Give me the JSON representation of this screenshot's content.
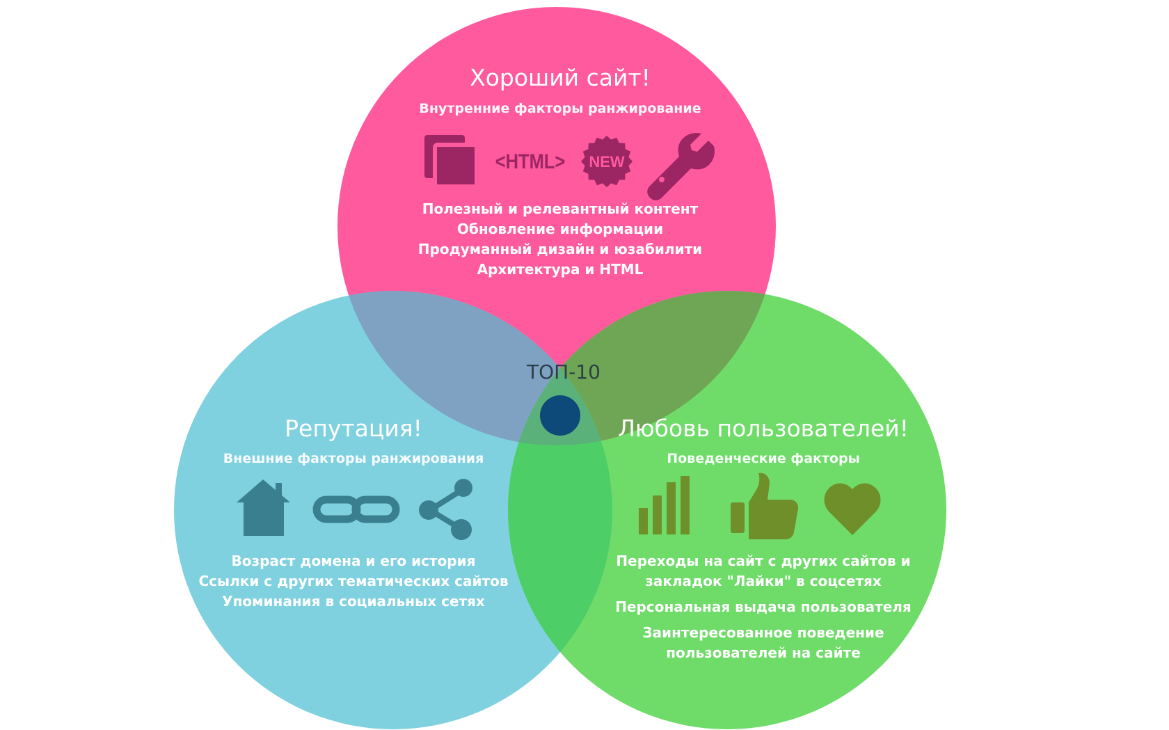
{
  "center": {
    "label": "ТОП-10"
  },
  "circles": {
    "top": {
      "title": "Хороший сайт!",
      "subtitle": "Внутренние факторы ранжирование",
      "icons": [
        "copy-icon",
        "html-tag-icon",
        "new-badge-icon",
        "wrench-icon"
      ],
      "html_icon_text": "<HTML>",
      "new_badge_text": "NEW",
      "lines": [
        "Полезный и релевантный контент",
        "Обновление информации",
        "Продуманный дизайн и юзабилити",
        "Архитектура и HTML"
      ],
      "color": "#ff5a9e"
    },
    "left": {
      "title": "Репутация!",
      "subtitle": "Внешние факторы ранжирования",
      "icons": [
        "house-icon",
        "chain-link-icon",
        "share-icon"
      ],
      "lines": [
        "Возраст домена и его история",
        "Ссылки с других тематических сайтов",
        "Упоминания в социальных сетях"
      ],
      "color": "#7fd1df"
    },
    "right": {
      "title": "Любовь пользователей!",
      "subtitle": "Поведенческие факторы",
      "icons": [
        "bar-chart-icon",
        "thumbs-up-icon",
        "heart-icon"
      ],
      "lines": [
        "Переходы на сайт с других сайтов и",
        "закладок \"Лайки\" в соцсетях",
        "Персональная выдача пользователя",
        "Заинтересованное поведение",
        "пользователей на сайте"
      ],
      "color": "#6fdc6a"
    }
  },
  "colors": {
    "pink": "#ff5a9e",
    "blue": "#7fd1df",
    "green": "#6fdc6a",
    "pink_icon": "#9c2564",
    "blue_icon": "#3a7f8f",
    "green_icon": "#6f8f2a",
    "center_dot": "#0d4a7a"
  }
}
